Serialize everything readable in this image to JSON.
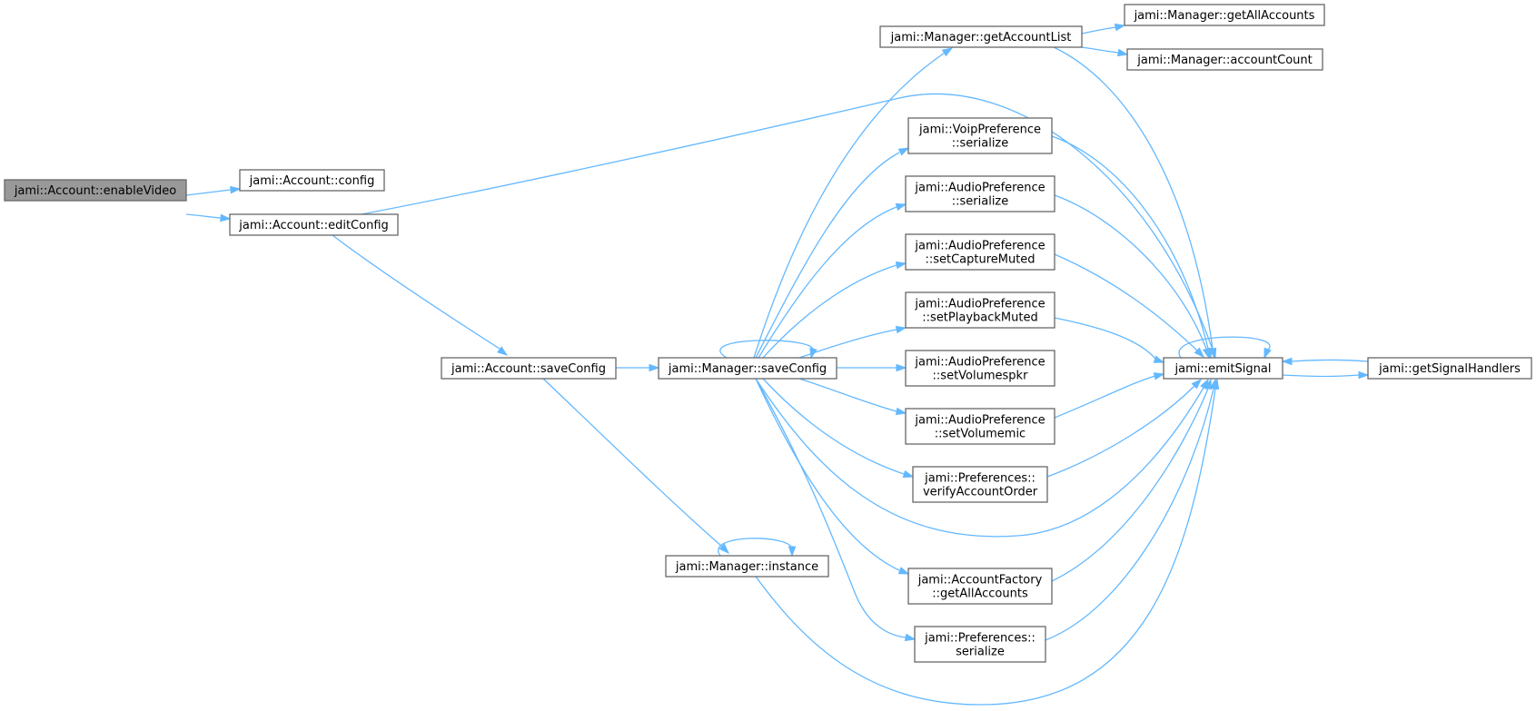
{
  "diagram": {
    "colors": {
      "edge": "#63b8ff",
      "node_border": "#666666",
      "root_fill": "#999999",
      "node_fill": "#ffffff"
    },
    "nodes": [
      {
        "id": "enableVideo",
        "lines": [
          "jami::Account::enableVideo"
        ],
        "root": true
      },
      {
        "id": "config",
        "lines": [
          "jami::Account::config"
        ]
      },
      {
        "id": "editConfig",
        "lines": [
          "jami::Account::editConfig"
        ]
      },
      {
        "id": "accSaveConfig",
        "lines": [
          "jami::Account::saveConfig"
        ]
      },
      {
        "id": "mgrSaveConfig",
        "lines": [
          "jami::Manager::saveConfig"
        ]
      },
      {
        "id": "instance",
        "lines": [
          "jami::Manager::instance"
        ]
      },
      {
        "id": "getAccountList",
        "lines": [
          "jami::Manager::getAccountList"
        ]
      },
      {
        "id": "mgrGetAllAccounts",
        "lines": [
          "jami::Manager::getAllAccounts"
        ]
      },
      {
        "id": "accountCount",
        "lines": [
          "jami::Manager::accountCount"
        ]
      },
      {
        "id": "voipSerialize",
        "lines": [
          "jami::VoipPreference",
          "::serialize"
        ]
      },
      {
        "id": "audioSerialize",
        "lines": [
          "jami::AudioPreference",
          "::serialize"
        ]
      },
      {
        "id": "setCaptureMuted",
        "lines": [
          "jami::AudioPreference",
          "::setCaptureMuted"
        ]
      },
      {
        "id": "setPlaybackMuted",
        "lines": [
          "jami::AudioPreference",
          "::setPlaybackMuted"
        ]
      },
      {
        "id": "setVolumespkr",
        "lines": [
          "jami::AudioPreference",
          "::setVolumespkr"
        ]
      },
      {
        "id": "setVolumemic",
        "lines": [
          "jami::AudioPreference",
          "::setVolumemic"
        ]
      },
      {
        "id": "verifyAccountOrder",
        "lines": [
          "jami::Preferences::",
          "verifyAccountOrder"
        ]
      },
      {
        "id": "factoryGetAllAccounts",
        "lines": [
          "jami::AccountFactory",
          "::getAllAccounts"
        ]
      },
      {
        "id": "prefSerialize",
        "lines": [
          "jami::Preferences::",
          "serialize"
        ]
      },
      {
        "id": "emitSignal",
        "lines": [
          "jami::emitSignal"
        ]
      },
      {
        "id": "getSignalHandlers",
        "lines": [
          "jami::getSignalHandlers"
        ]
      }
    ],
    "edges": [
      [
        "enableVideo",
        "config"
      ],
      [
        "enableVideo",
        "editConfig"
      ],
      [
        "editConfig",
        "emitSignal"
      ],
      [
        "editConfig",
        "accSaveConfig"
      ],
      [
        "accSaveConfig",
        "mgrSaveConfig"
      ],
      [
        "accSaveConfig",
        "instance"
      ],
      [
        "instance",
        "instance"
      ],
      [
        "instance",
        "emitSignal"
      ],
      [
        "mgrSaveConfig",
        "mgrSaveConfig"
      ],
      [
        "mgrSaveConfig",
        "getAccountList"
      ],
      [
        "mgrSaveConfig",
        "voipSerialize"
      ],
      [
        "mgrSaveConfig",
        "audioSerialize"
      ],
      [
        "mgrSaveConfig",
        "setCaptureMuted"
      ],
      [
        "mgrSaveConfig",
        "setPlaybackMuted"
      ],
      [
        "mgrSaveConfig",
        "setVolumespkr"
      ],
      [
        "mgrSaveConfig",
        "setVolumemic"
      ],
      [
        "mgrSaveConfig",
        "verifyAccountOrder"
      ],
      [
        "mgrSaveConfig",
        "emitSignal"
      ],
      [
        "mgrSaveConfig",
        "factoryGetAllAccounts"
      ],
      [
        "mgrSaveConfig",
        "prefSerialize"
      ],
      [
        "getAccountList",
        "mgrGetAllAccounts"
      ],
      [
        "getAccountList",
        "accountCount"
      ],
      [
        "getAccountList",
        "emitSignal"
      ],
      [
        "voipSerialize",
        "emitSignal"
      ],
      [
        "audioSerialize",
        "emitSignal"
      ],
      [
        "setCaptureMuted",
        "emitSignal"
      ],
      [
        "setPlaybackMuted",
        "emitSignal"
      ],
      [
        "setVolumemic",
        "emitSignal"
      ],
      [
        "verifyAccountOrder",
        "emitSignal"
      ],
      [
        "factoryGetAllAccounts",
        "emitSignal"
      ],
      [
        "prefSerialize",
        "emitSignal"
      ],
      [
        "emitSignal",
        "emitSignal"
      ],
      [
        "emitSignal",
        "getSignalHandlers"
      ],
      [
        "getSignalHandlers",
        "emitSignal"
      ]
    ]
  }
}
